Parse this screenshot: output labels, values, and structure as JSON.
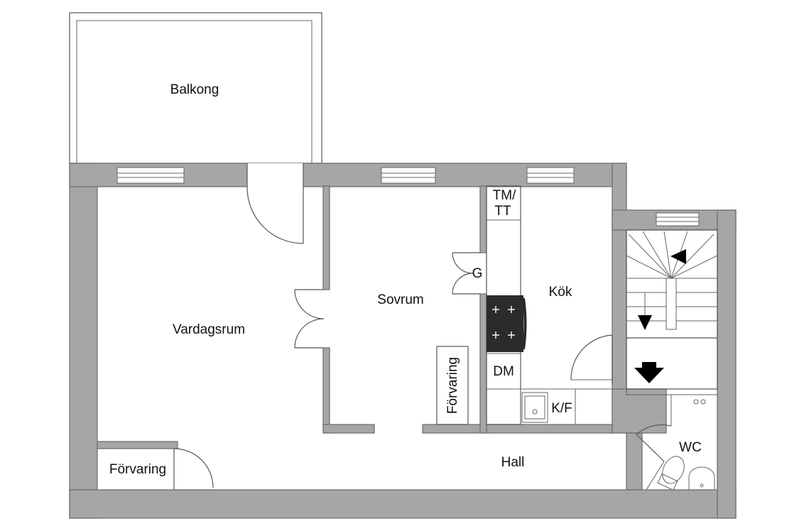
{
  "rooms": {
    "balkong": "Balkong",
    "vardagsrum": "Vardagsrum",
    "sovrum": "Sovrum",
    "kok": "Kök",
    "hall": "Hall",
    "wc": "WC",
    "forvaring_left": "Förvaring",
    "forvaring_mid": "Förvaring"
  },
  "fixtures": {
    "tm_tt_line1": "TM/",
    "tm_tt_line2": "TT",
    "g": "G",
    "dm": "DM",
    "kf": "K/F"
  },
  "colors": {
    "wall": "#a6a6a6",
    "stove": "#2b2b2b",
    "background": "#ffffff"
  }
}
